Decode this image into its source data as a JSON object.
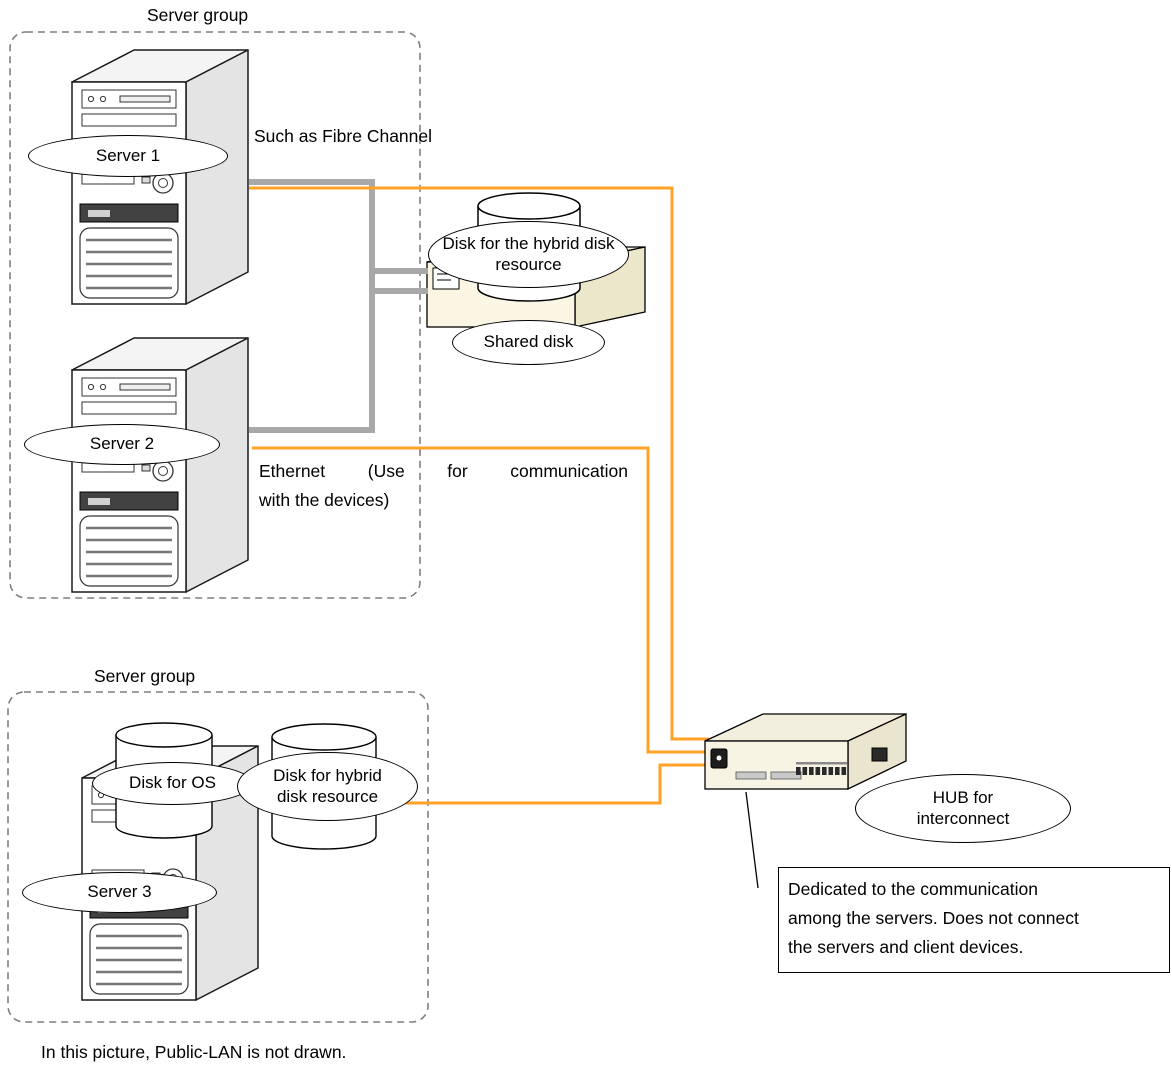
{
  "diagram": {
    "labels": {
      "server_group_top": "Server group",
      "server_group_bottom": "Server group",
      "fibre_channel": "Such as Fibre Channel",
      "ethernet_line1": "Ethernet (Use for communication",
      "ethernet_line2": "with the devices)",
      "footnote": "In this picture, Public-LAN is not drawn."
    },
    "nodes": {
      "server1": "Server 1",
      "server2": "Server 2",
      "server3": "Server 3",
      "disk_hybrid_top": "Disk for the hybrid disk resource",
      "shared_disk": "Shared disk",
      "disk_os": "Disk for OS",
      "disk_hybrid_bottom": "Disk for hybrid disk resource",
      "hub": "HUB for interconnect"
    },
    "note_lines": [
      "Dedicated to the communication",
      "among the servers. Does not connect",
      "the servers and client devices."
    ],
    "colors": {
      "ethernet": "#FFA226",
      "fibre": "#A8A8A8",
      "group_border": "#7F7F7F"
    }
  }
}
